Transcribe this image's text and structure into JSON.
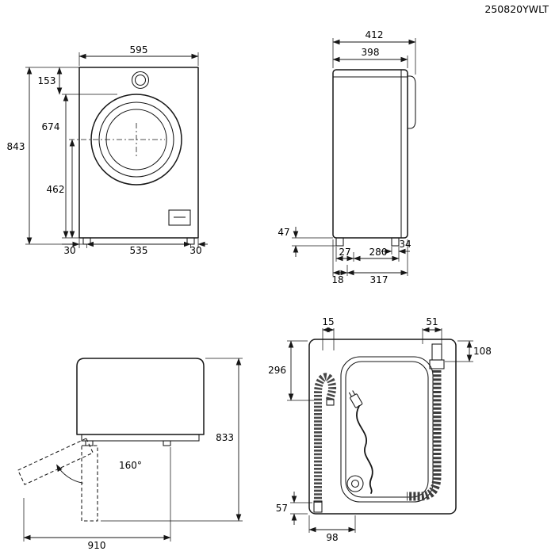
{
  "title": "250820YWLT",
  "front_view": {
    "width": "595",
    "top_to_door": "153",
    "door_top_height": "674",
    "door_center_height": "462",
    "total_height": "843",
    "foot_inset_left": "30",
    "feet_span": "535",
    "foot_inset_right": "30"
  },
  "side_view": {
    "depth_total": "412",
    "depth_body": "398",
    "foot_height": "47",
    "foot_pad": "34",
    "front_overhang": "27",
    "feet_span": "280",
    "rear_overhang": "18",
    "feet_depth": "317"
  },
  "door_view": {
    "open_angle": "160°",
    "height_with_base": "833",
    "depth_door_open": "910"
  },
  "rear_view": {
    "drain_hose_offset": "15",
    "inlet_hose_offset": "51",
    "inlet_connector_drop": "108",
    "drain_hook_height": "296",
    "outlet_height": "57",
    "outlet_offset": "98"
  }
}
